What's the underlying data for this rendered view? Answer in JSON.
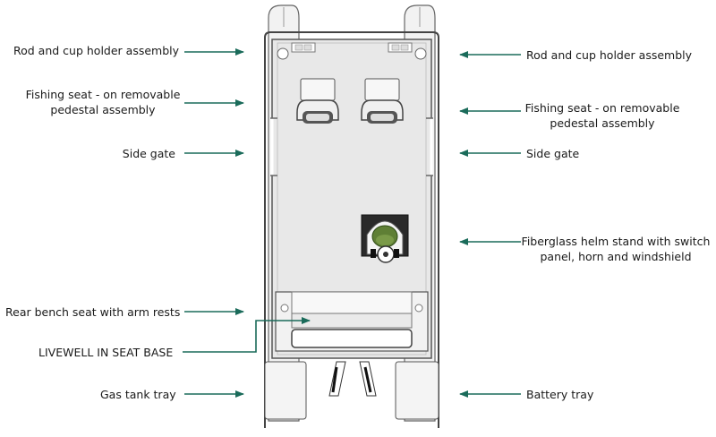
{
  "colors": {
    "arrow": "#1a6b5a",
    "deck": "#e8e8e8",
    "outline": "#555555"
  },
  "labels": {
    "rod_holder_left": "Rod and cup holder assembly",
    "rod_holder_right": "Rod and cup holder assembly",
    "fishing_seat_left_1": "Fishing seat - on removable",
    "fishing_seat_left_2": "pedestal assembly",
    "fishing_seat_right_1": "Fishing seat - on removable",
    "fishing_seat_right_2": "pedestal assembly",
    "side_gate_left": "Side gate",
    "side_gate_right": "Side gate",
    "helm_1": "Fiberglass helm stand with switch",
    "helm_2": "panel, horn and windshield",
    "rear_bench": "Rear bench seat with arm rests",
    "livewell": "LIVEWELL IN SEAT BASE",
    "gas_tray": "Gas tank tray",
    "battery_tray": "Battery tray"
  }
}
